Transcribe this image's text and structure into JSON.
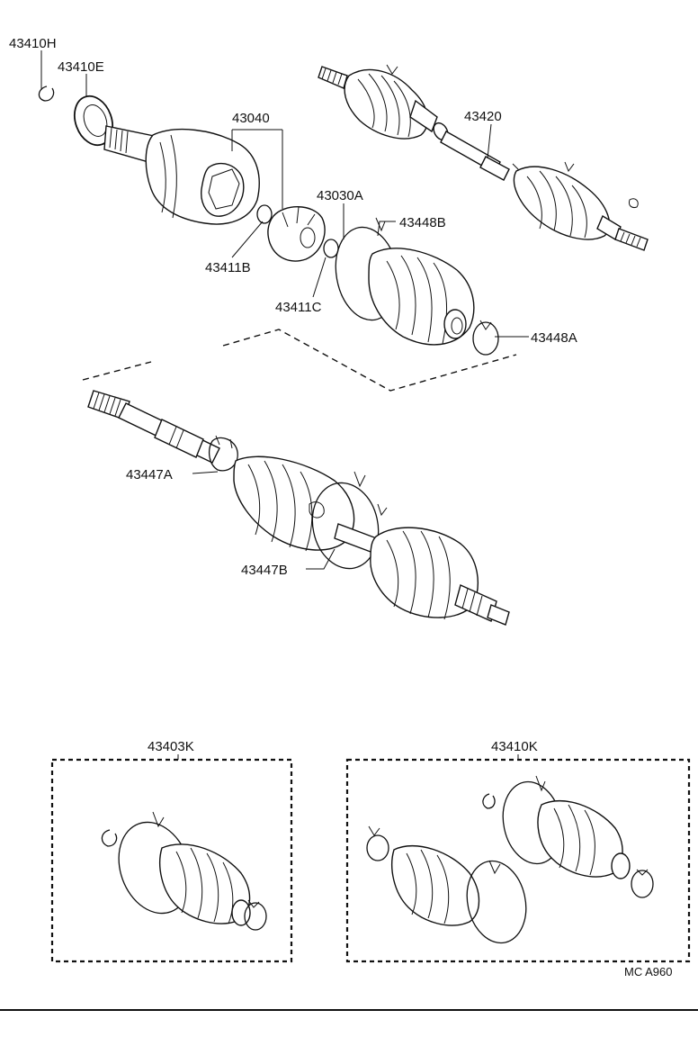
{
  "labels": {
    "p43410H": "43410H",
    "p43410E": "43410E",
    "p43040": "43040",
    "p43420": "43420",
    "p43030A": "43030A",
    "p43448B": "43448B",
    "p43411B": "43411B",
    "p43411C": "43411C",
    "p43448A": "43448A",
    "p43447A": "43447A",
    "p43447B": "43447B",
    "p43403K": "43403K",
    "p43410K": "43410K"
  },
  "reference_code": "MC A960"
}
